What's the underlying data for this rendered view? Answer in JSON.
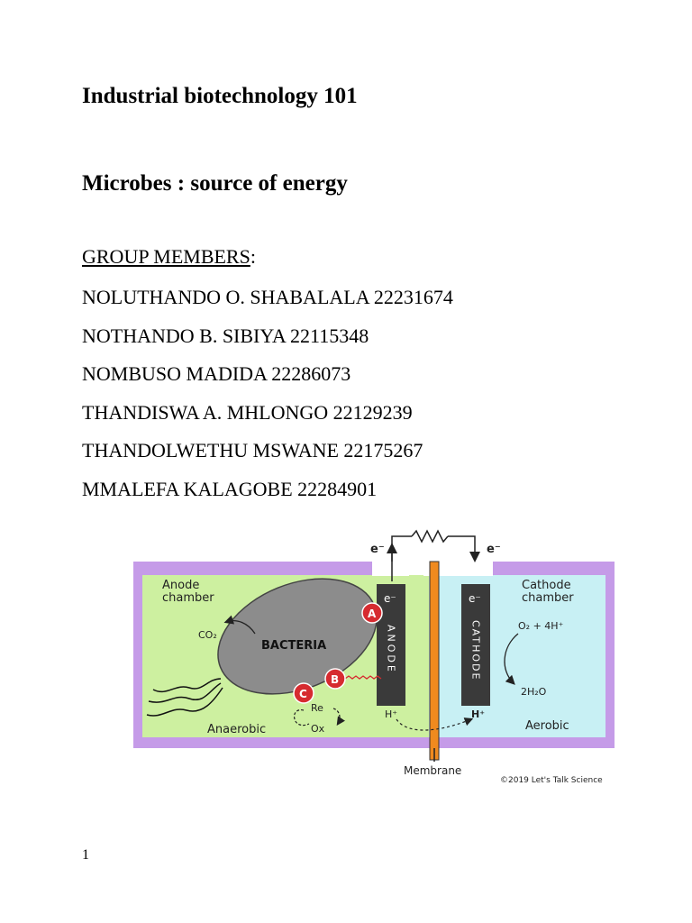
{
  "document": {
    "title": "Industrial biotechnology 101",
    "subtitle": "Microbes : source of energy",
    "group_heading": "GROUP MEMBERS",
    "group_heading_suffix": ":",
    "members": [
      "NOLUTHANDO O. SHABALALA 22231674",
      "NOTHANDO B. SIBIYA 22115348",
      "NOMBUSO MADIDA 22286073",
      "THANDISWA A. MHLONGO 22129239",
      "THANDOLWETHU MSWANE 22175267",
      "MMALEFA KALAGOBE 22284901"
    ],
    "page_number": "1"
  },
  "diagram": {
    "electron_left": "e⁻",
    "electron_right": "e⁻",
    "anode_chamber_line1": "Anode",
    "anode_chamber_line2": "chamber",
    "cathode_chamber_line1": "Cathode",
    "cathode_chamber_line2": "chamber",
    "co2": "CO₂",
    "bacteria": "BACTERIA",
    "marker_a": "A",
    "marker_b": "B",
    "marker_c": "C",
    "re": "Re",
    "ox": "Ox",
    "anaerobic": "Anaerobic",
    "aerobic": "Aerobic",
    "anode_electrode_e": "e⁻",
    "anode_electrode_label": "ANODE",
    "cathode_electrode_e": "e⁻",
    "cathode_electrode_label": "CATHODE",
    "h_plus_left": "H⁺",
    "h_plus_right": "H⁺",
    "o2_reaction": "O₂ + 4H⁺",
    "water": "2H₂O",
    "membrane": "Membrane",
    "copyright": "©2019 Let's Talk Science",
    "colors": {
      "chamber_wall": "#c59be8",
      "anode_fluid": "#cdf0a0",
      "cathode_fluid": "#c8f0f4",
      "bacteria": "#8c8c8c",
      "electrode": "#3a3a3a",
      "membrane": "#f08a1e",
      "marker": "#d62b30"
    }
  }
}
